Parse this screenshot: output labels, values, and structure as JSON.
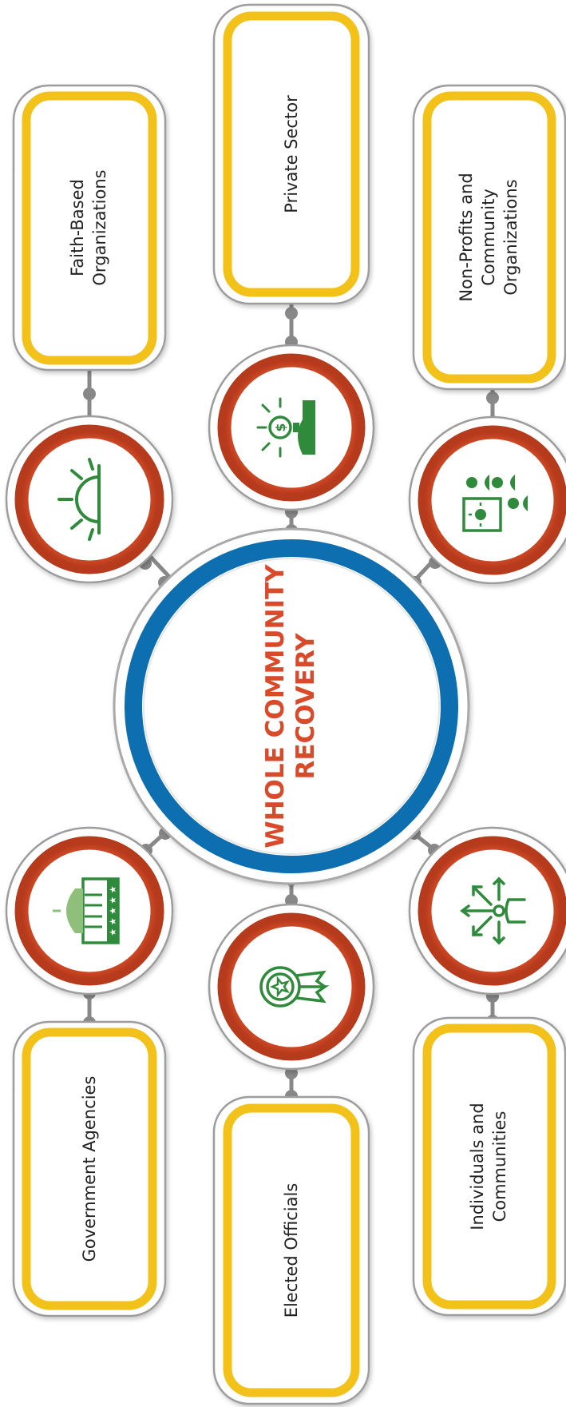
{
  "hub": {
    "line1": "WHOLE COMMUNITY",
    "line2": "RECOVERY"
  },
  "nodes": [
    {
      "id": "faith",
      "lines": [
        "Faith-Based",
        "Organizations"
      ],
      "icon": "sunrise-icon"
    },
    {
      "id": "private",
      "lines": [
        "Private Sector"
      ],
      "icon": "money-hand-idea-icon"
    },
    {
      "id": "nonprofit",
      "lines": [
        "Non-Profits and",
        "Community",
        "Organizations"
      ],
      "icon": "group-idea-board-icon"
    },
    {
      "id": "government",
      "lines": [
        "Government Agencies"
      ],
      "icon": "capitol-building-icon"
    },
    {
      "id": "elected",
      "lines": [
        "Elected Officials"
      ],
      "icon": "award-medal-icon"
    },
    {
      "id": "individuals",
      "lines": [
        "Individuals and",
        "Communities"
      ],
      "icon": "person-outward-arrows-icon"
    }
  ],
  "colors": {
    "hub_ring": "#0d6fb0",
    "hub_text": "#d94a2b",
    "icon_ring": "#d94a2b",
    "box_border": "#f2c21b",
    "icon_green": "#2f8a3c",
    "connector": "#888888"
  }
}
